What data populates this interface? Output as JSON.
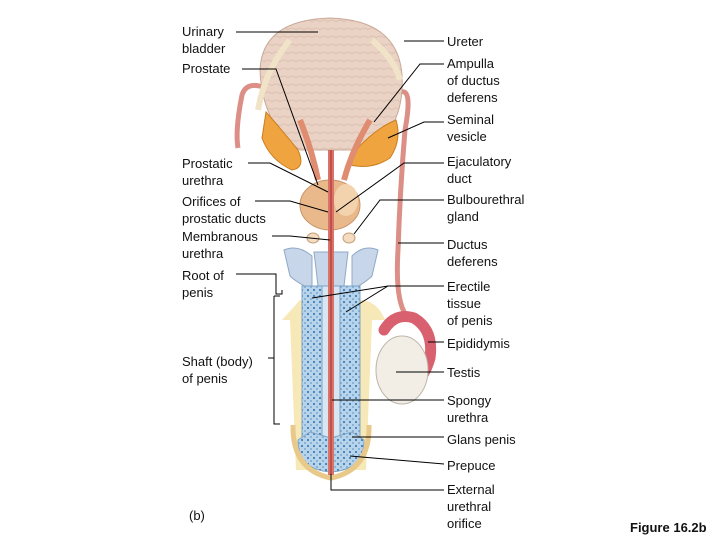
{
  "labels_left": {
    "urinary_bladder": "Urinary\nbladder",
    "prostate": "Prostate",
    "prostatic_urethra": "Prostatic\nurethra",
    "orifices_prostatic_ducts": "Orifices of\nprostatic ducts",
    "membranous_urethra": "Membranous\nurethra",
    "root_of_penis": "Root of\npenis",
    "shaft_of_penis": "Shaft (body)\nof penis"
  },
  "labels_right": {
    "ureter": "Ureter",
    "ampulla": "Ampulla\nof ductus\ndeferens",
    "seminal_vesicle": "Seminal\nvesicle",
    "ejaculatory_duct": "Ejaculatory\nduct",
    "bulbourethral_gland": "Bulbourethral\ngland",
    "ductus_deferens": "Ductus\ndeferens",
    "erectile_tissue": "Erectile\ntissue\nof penis",
    "epididymis": "Epididymis",
    "testis": "Testis",
    "spongy_urethra": "Spongy\nurethra",
    "glans_penis": "Glans penis",
    "prepuce": "Prepuce",
    "external_urethral_orifice": "External\nurethral\norifice"
  },
  "panel_letter": "(b)",
  "figure_caption": "Figure 16.2b",
  "colors": {
    "bladder": "#ead3c4",
    "prostate": "#e9b98c",
    "seminal_vesicle": "#f0a440",
    "urethra": "#d8746a",
    "ductus": "#dc8f86",
    "erectile": "#bcd6ea",
    "fat": "#f6e6b0",
    "epididymis": "#d9616f",
    "testis": "#f2eee6"
  }
}
